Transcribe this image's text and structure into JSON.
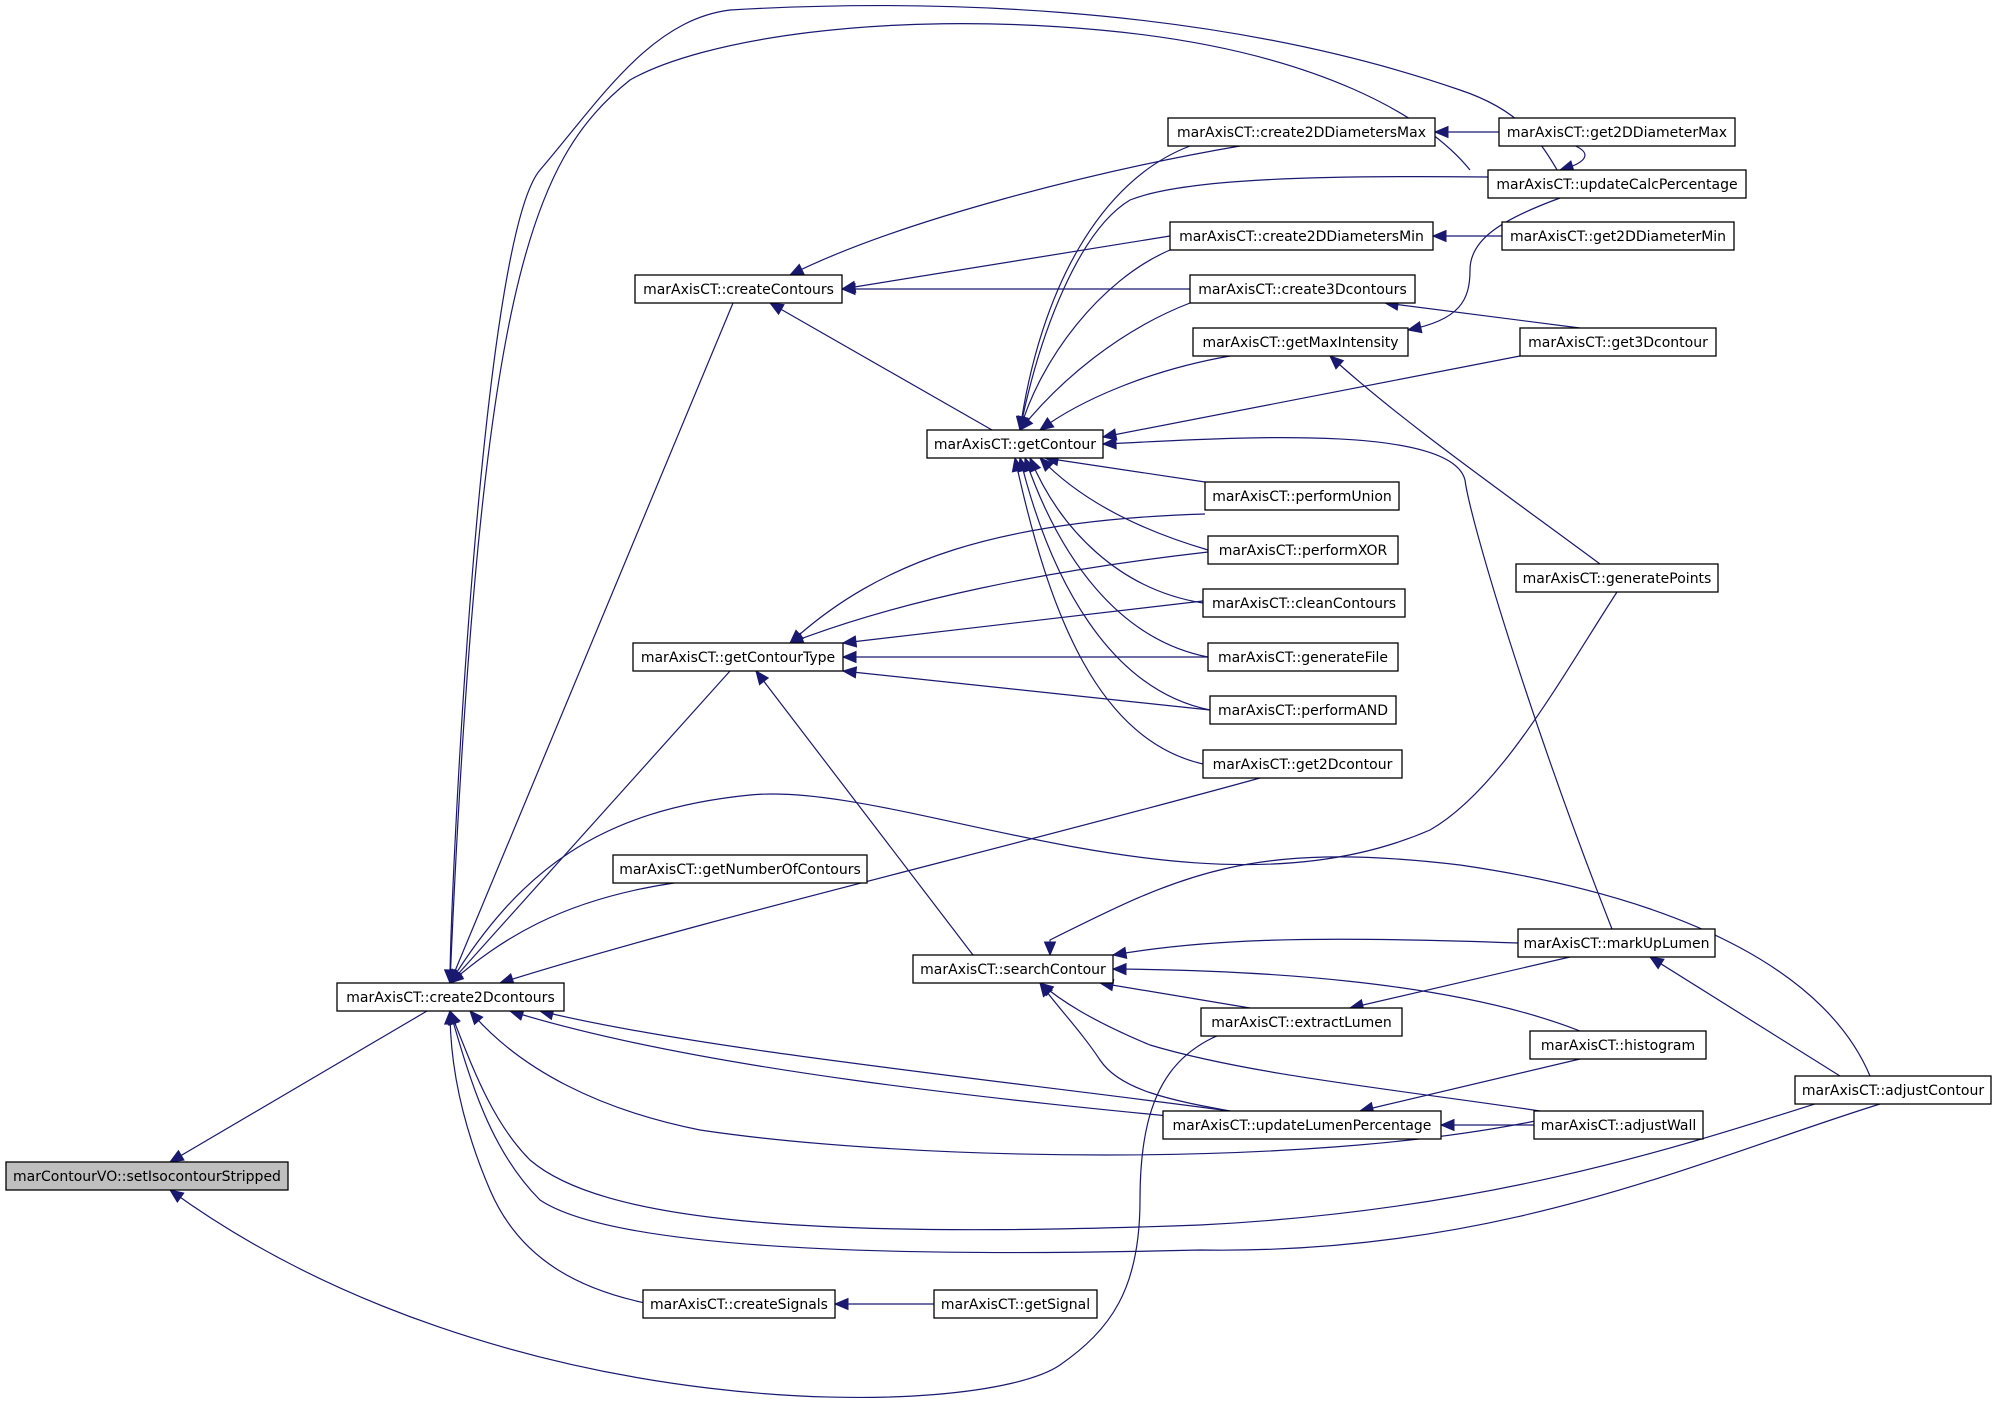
{
  "graph": {
    "nodes": [
      {
        "id": "setIsocontourStripped",
        "label": "marContourVO::setIsocontourStripped",
        "root": true
      },
      {
        "id": "create2Dcontours",
        "label": "marAxisCT::create2Dcontours"
      },
      {
        "id": "createContours",
        "label": "marAxisCT::createContours"
      },
      {
        "id": "getContourType",
        "label": "marAxisCT::getContourType"
      },
      {
        "id": "getNumberOfContours",
        "label": "marAxisCT::getNumberOfContours"
      },
      {
        "id": "searchContour",
        "label": "marAxisCT::searchContour"
      },
      {
        "id": "createSignals",
        "label": "marAxisCT::createSignals"
      },
      {
        "id": "getSignal",
        "label": "marAxisCT::getSignal"
      },
      {
        "id": "getContour",
        "label": "marAxisCT::getContour"
      },
      {
        "id": "create2DDiametersMax",
        "label": "marAxisCT::create2DDiametersMax"
      },
      {
        "id": "create2DDiametersMin",
        "label": "marAxisCT::create2DDiametersMin"
      },
      {
        "id": "create3Dcontours",
        "label": "marAxisCT::create3Dcontours"
      },
      {
        "id": "getMaxIntensity",
        "label": "marAxisCT::getMaxIntensity"
      },
      {
        "id": "performUnion",
        "label": "marAxisCT::performUnion"
      },
      {
        "id": "performXOR",
        "label": "marAxisCT::performXOR"
      },
      {
        "id": "cleanContours",
        "label": "marAxisCT::cleanContours"
      },
      {
        "id": "generateFile",
        "label": "marAxisCT::generateFile"
      },
      {
        "id": "performAND",
        "label": "marAxisCT::performAND"
      },
      {
        "id": "get2Dcontour",
        "label": "marAxisCT::get2Dcontour"
      },
      {
        "id": "extractLumen",
        "label": "marAxisCT::extractLumen"
      },
      {
        "id": "updateLumenPercentage",
        "label": "marAxisCT::updateLumenPercentage"
      },
      {
        "id": "get2DDiameterMax",
        "label": "marAxisCT::get2DDiameterMax"
      },
      {
        "id": "updateCalcPercentage",
        "label": "marAxisCT::updateCalcPercentage"
      },
      {
        "id": "get2DDiameterMin",
        "label": "marAxisCT::get2DDiameterMin"
      },
      {
        "id": "get3Dcontour",
        "label": "marAxisCT::get3Dcontour"
      },
      {
        "id": "generatePoints",
        "label": "marAxisCT::generatePoints"
      },
      {
        "id": "markUpLumen",
        "label": "marAxisCT::markUpLumen"
      },
      {
        "id": "histogram",
        "label": "marAxisCT::histogram"
      },
      {
        "id": "adjustWall",
        "label": "marAxisCT::adjustWall"
      },
      {
        "id": "adjustContour",
        "label": "marAxisCT::adjustContour"
      }
    ],
    "edges": [
      {
        "from": "create2Dcontours",
        "to": "setIsocontourStripped"
      },
      {
        "from": "extractLumen",
        "to": "setIsocontourStripped"
      },
      {
        "from": "createContours",
        "to": "create2Dcontours"
      },
      {
        "from": "getContourType",
        "to": "create2Dcontours"
      },
      {
        "from": "getNumberOfContours",
        "to": "create2Dcontours"
      },
      {
        "from": "get2Dcontour",
        "to": "create2Dcontours"
      },
      {
        "from": "generatePoints",
        "to": "create2Dcontours"
      },
      {
        "from": "updateCalcPercentage",
        "to": "create2Dcontours"
      },
      {
        "from": "updateCalcPercentage",
        "to": "create2Dcontours"
      },
      {
        "from": "createSignals",
        "to": "create2Dcontours"
      },
      {
        "from": "updateLumenPercentage",
        "to": "create2Dcontours"
      },
      {
        "from": "updateLumenPercentage",
        "to": "create2Dcontours"
      },
      {
        "from": "adjustWall",
        "to": "create2Dcontours"
      },
      {
        "from": "adjustContour",
        "to": "create2Dcontours"
      },
      {
        "from": "adjustContour",
        "to": "create2Dcontours"
      },
      {
        "from": "create2DDiametersMax",
        "to": "createContours"
      },
      {
        "from": "create2DDiametersMin",
        "to": "createContours"
      },
      {
        "from": "create3Dcontours",
        "to": "createContours"
      },
      {
        "from": "getContour",
        "to": "createContours"
      },
      {
        "from": "performUnion",
        "to": "getContourType"
      },
      {
        "from": "performXOR",
        "to": "getContourType"
      },
      {
        "from": "cleanContours",
        "to": "getContourType"
      },
      {
        "from": "generateFile",
        "to": "getContourType"
      },
      {
        "from": "performAND",
        "to": "getContourType"
      },
      {
        "from": "searchContour",
        "to": "getContourType"
      },
      {
        "from": "getSignal",
        "to": "createSignals"
      },
      {
        "from": "create2DDiametersMax",
        "to": "getContour"
      },
      {
        "from": "updateCalcPercentage",
        "to": "getContour"
      },
      {
        "from": "create2DDiametersMin",
        "to": "getContour"
      },
      {
        "from": "create3Dcontours",
        "to": "getContour"
      },
      {
        "from": "getMaxIntensity",
        "to": "getContour"
      },
      {
        "from": "get3Dcontour",
        "to": "getContour"
      },
      {
        "from": "markUpLumen",
        "to": "getContour"
      },
      {
        "from": "performUnion",
        "to": "getContour"
      },
      {
        "from": "performXOR",
        "to": "getContour"
      },
      {
        "from": "cleanContours",
        "to": "getContour"
      },
      {
        "from": "generateFile",
        "to": "getContour"
      },
      {
        "from": "performAND",
        "to": "getContour"
      },
      {
        "from": "get2Dcontour",
        "to": "getContour"
      },
      {
        "from": "get2DDiameterMax",
        "to": "create2DDiametersMax"
      },
      {
        "from": "get2DDiameterMin",
        "to": "create2DDiametersMin"
      },
      {
        "from": "get3Dcontour",
        "to": "create3Dcontours"
      },
      {
        "from": "updateCalcPercentage",
        "to": "getMaxIntensity"
      },
      {
        "from": "generatePoints",
        "to": "getMaxIntensity"
      },
      {
        "from": "adjustContour",
        "to": "searchContour"
      },
      {
        "from": "markUpLumen",
        "to": "searchContour"
      },
      {
        "from": "histogram",
        "to": "searchContour"
      },
      {
        "from": "extractLumen",
        "to": "searchContour"
      },
      {
        "from": "updateLumenPercentage",
        "to": "searchContour"
      },
      {
        "from": "adjustWall",
        "to": "searchContour"
      },
      {
        "from": "markUpLumen",
        "to": "extractLumen"
      },
      {
        "from": "histogram",
        "to": "updateLumenPercentage"
      },
      {
        "from": "adjustWall",
        "to": "updateLumenPercentage"
      },
      {
        "from": "adjustContour",
        "to": "markUpLumen"
      },
      {
        "from": "get2DDiameterMax",
        "to": "updateCalcPercentage"
      }
    ]
  }
}
